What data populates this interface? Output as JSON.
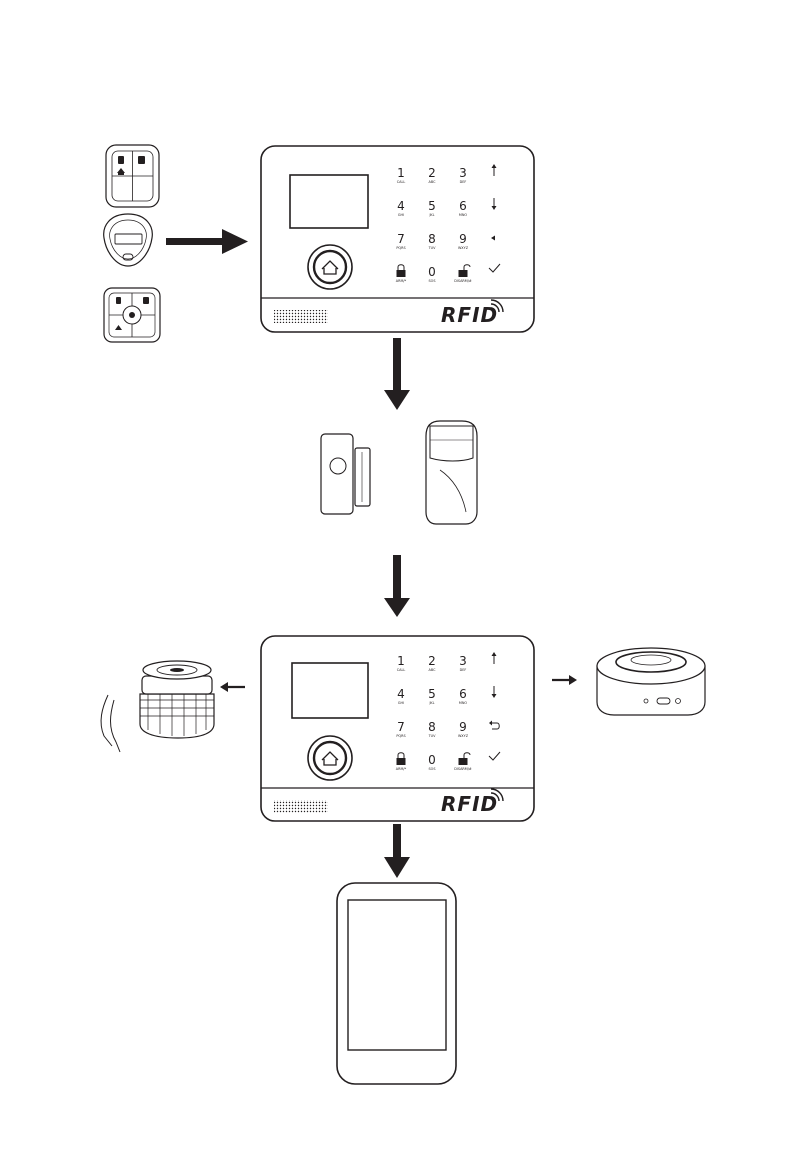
{
  "panel_top": {
    "keys": [
      {
        "num": "1",
        "sub": "CALL"
      },
      {
        "num": "2",
        "sub": "ABC"
      },
      {
        "num": "3",
        "sub": "DEF"
      },
      {
        "num": "4",
        "sub": "GHI"
      },
      {
        "num": "5",
        "sub": "JKL"
      },
      {
        "num": "6",
        "sub": "MNO"
      },
      {
        "num": "7",
        "sub": "PQRS"
      },
      {
        "num": "8",
        "sub": "TUV"
      },
      {
        "num": "9",
        "sub": "WXYZ"
      },
      {
        "num": "0",
        "sub": "SOS"
      }
    ],
    "arm_label": "ARM/*",
    "disarm_label": "DISARM/#",
    "brand": "RFID"
  },
  "panel_bottom": {
    "keys": [
      {
        "num": "1",
        "sub": "CALL"
      },
      {
        "num": "2",
        "sub": "ABC"
      },
      {
        "num": "3",
        "sub": "DEF"
      },
      {
        "num": "4",
        "sub": "GHI"
      },
      {
        "num": "5",
        "sub": "JKL"
      },
      {
        "num": "6",
        "sub": "MNO"
      },
      {
        "num": "7",
        "sub": "PQRS"
      },
      {
        "num": "8",
        "sub": "TUV"
      },
      {
        "num": "9",
        "sub": "WXYZ"
      },
      {
        "num": "0",
        "sub": "SOS"
      }
    ],
    "arm_label": "ARM/*",
    "disarm_label": "DISARM/#",
    "brand": "RFID"
  },
  "icons": {
    "remote_4_button": "key-fob-icon",
    "rfid_tag": "rfid-tag-icon",
    "remote_round": "round-remote-icon",
    "door_sensor": "door-sensor-icon",
    "pir_sensor": "pir-sensor-icon",
    "siren": "wired-siren-icon",
    "wireless_siren": "wireless-siren-icon",
    "phone": "smartphone-icon"
  },
  "colors": {
    "line": "#231f20",
    "background": "#ffffff"
  }
}
